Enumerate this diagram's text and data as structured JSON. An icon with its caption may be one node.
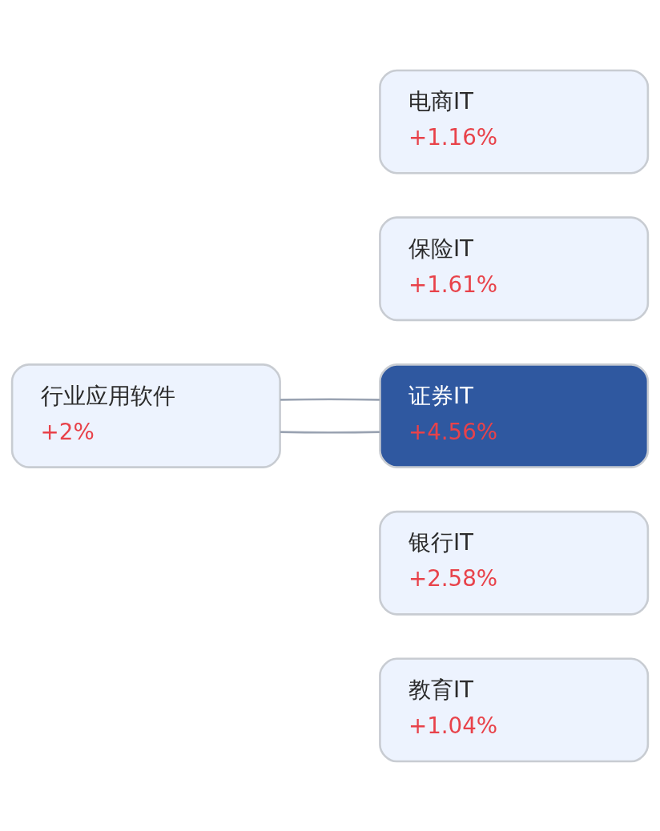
{
  "diagram": {
    "nodes": [
      {
        "text": [
          "行业应用软件",
          "+2%"
        ]
      },
      {
        "text": [
          "电商IT",
          "+1.16%"
        ]
      },
      {
        "text": [
          "保险IT",
          "+1.61%"
        ]
      },
      {
        "text": [
          "证券IT",
          "+4.56%"
        ]
      },
      {
        "text": [
          "银行IT",
          "+2.58%"
        ]
      },
      {
        "text": [
          "教育IT",
          "+1.04%"
        ]
      }
    ],
    "edges": [
      {
        "from": 0,
        "to": 3,
        "arrow": "none"
      },
      {
        "from": 0,
        "to": 3,
        "arrow": "none"
      }
    ]
  }
}
